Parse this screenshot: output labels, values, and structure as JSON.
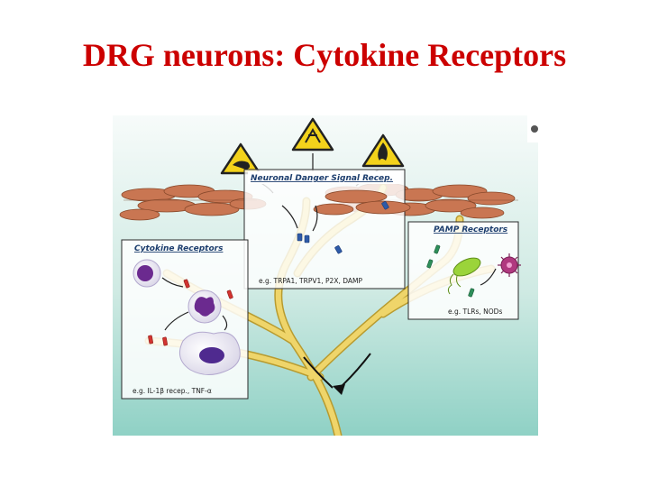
{
  "slide": {
    "title": "DRG neurons: Cytokine Receptors"
  },
  "figure": {
    "colors": {
      "background_top": "#f7fbfa",
      "background_bottom": "#8fd1c5",
      "nerve": "#efd56a",
      "nerve_edge": "#b89b2f",
      "tissue": "#c97652",
      "hazard": "#f3d21b",
      "receptor_red": "#d2332f",
      "receptor_blue": "#2e5aa8",
      "receptor_green": "#2e8f5a",
      "bacterium": "#9bd43a",
      "virus": "#b0397f"
    },
    "danger_panel": {
      "title": "Neuronal Danger Signal Recep.",
      "footer": "e.g. TRPA1, TRPV1, P2X, DAMP"
    },
    "cytokine_panel": {
      "title": "Cytokine Receptors",
      "footer": "e.g. IL-1β recep., TNF-α"
    },
    "pamp_panel": {
      "title": "PAMP Receptors",
      "footer": "e.g. TLRs, NODs"
    },
    "hazard_icons": [
      "spill-hazard-icon",
      "toxic-hazard-icon",
      "fire-hazard-icon"
    ]
  }
}
